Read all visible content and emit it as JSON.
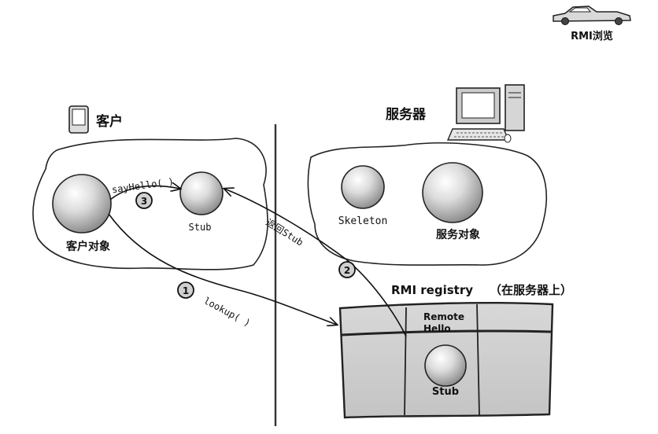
{
  "header": {
    "badge_label": "RMI浏览"
  },
  "client": {
    "title": "客户",
    "object_label": "客户对象",
    "stub_label": "Stub"
  },
  "server": {
    "title": "服务器",
    "skeleton_label": "Skeleton",
    "service_label": "服务对象"
  },
  "registry": {
    "title": "RMI registry",
    "note": "（在服务器上）",
    "entry_line1": "Remote",
    "entry_line2": "Hello",
    "stub_label": "Stub"
  },
  "steps": [
    {
      "number": "1",
      "label": "lookup( )"
    },
    {
      "number": "2",
      "label": "返回Stub"
    },
    {
      "number": "3",
      "label": "sayHello( )"
    }
  ]
}
